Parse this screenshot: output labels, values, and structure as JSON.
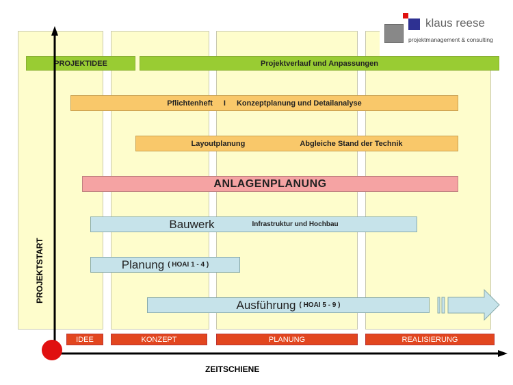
{
  "logo": {
    "name": "klaus reese",
    "tagline": "projektmanagement & consulting"
  },
  "top": {
    "projektidee": "PROJEKTIDEE",
    "verlauf": "Projektverlauf und Anpassungen"
  },
  "bars": {
    "pflichtenheft": "Pflichtenheft",
    "separator": "I",
    "konzept": "Konzeptplanung und Detailanalyse",
    "layout": "Layoutplanung",
    "abgleich": "Abgleiche Stand der Technik",
    "anlagen": "ANLAGENPLANUNG",
    "bauwerk": "Bauwerk",
    "bauwerk_sub": "Infrastruktur und Hochbau",
    "planung": "Planung",
    "planung_sub": "( HOAI 1 - 4 )",
    "ausfuehrung": "Ausführung",
    "ausfuehrung_sub": "( HOAI 5 - 9 )"
  },
  "phases": [
    "IDEE",
    "KONZEPT",
    "PLANUNG",
    "REALISIERUNG"
  ],
  "axes": {
    "y": "PROJEKTSTART",
    "x": "ZEITSCHIENE"
  },
  "colors": {
    "green": "#99cc33",
    "orange": "#f9c86a",
    "pink": "#f5a3a3",
    "blue": "#c6e3ea",
    "red": "#e2461f"
  }
}
